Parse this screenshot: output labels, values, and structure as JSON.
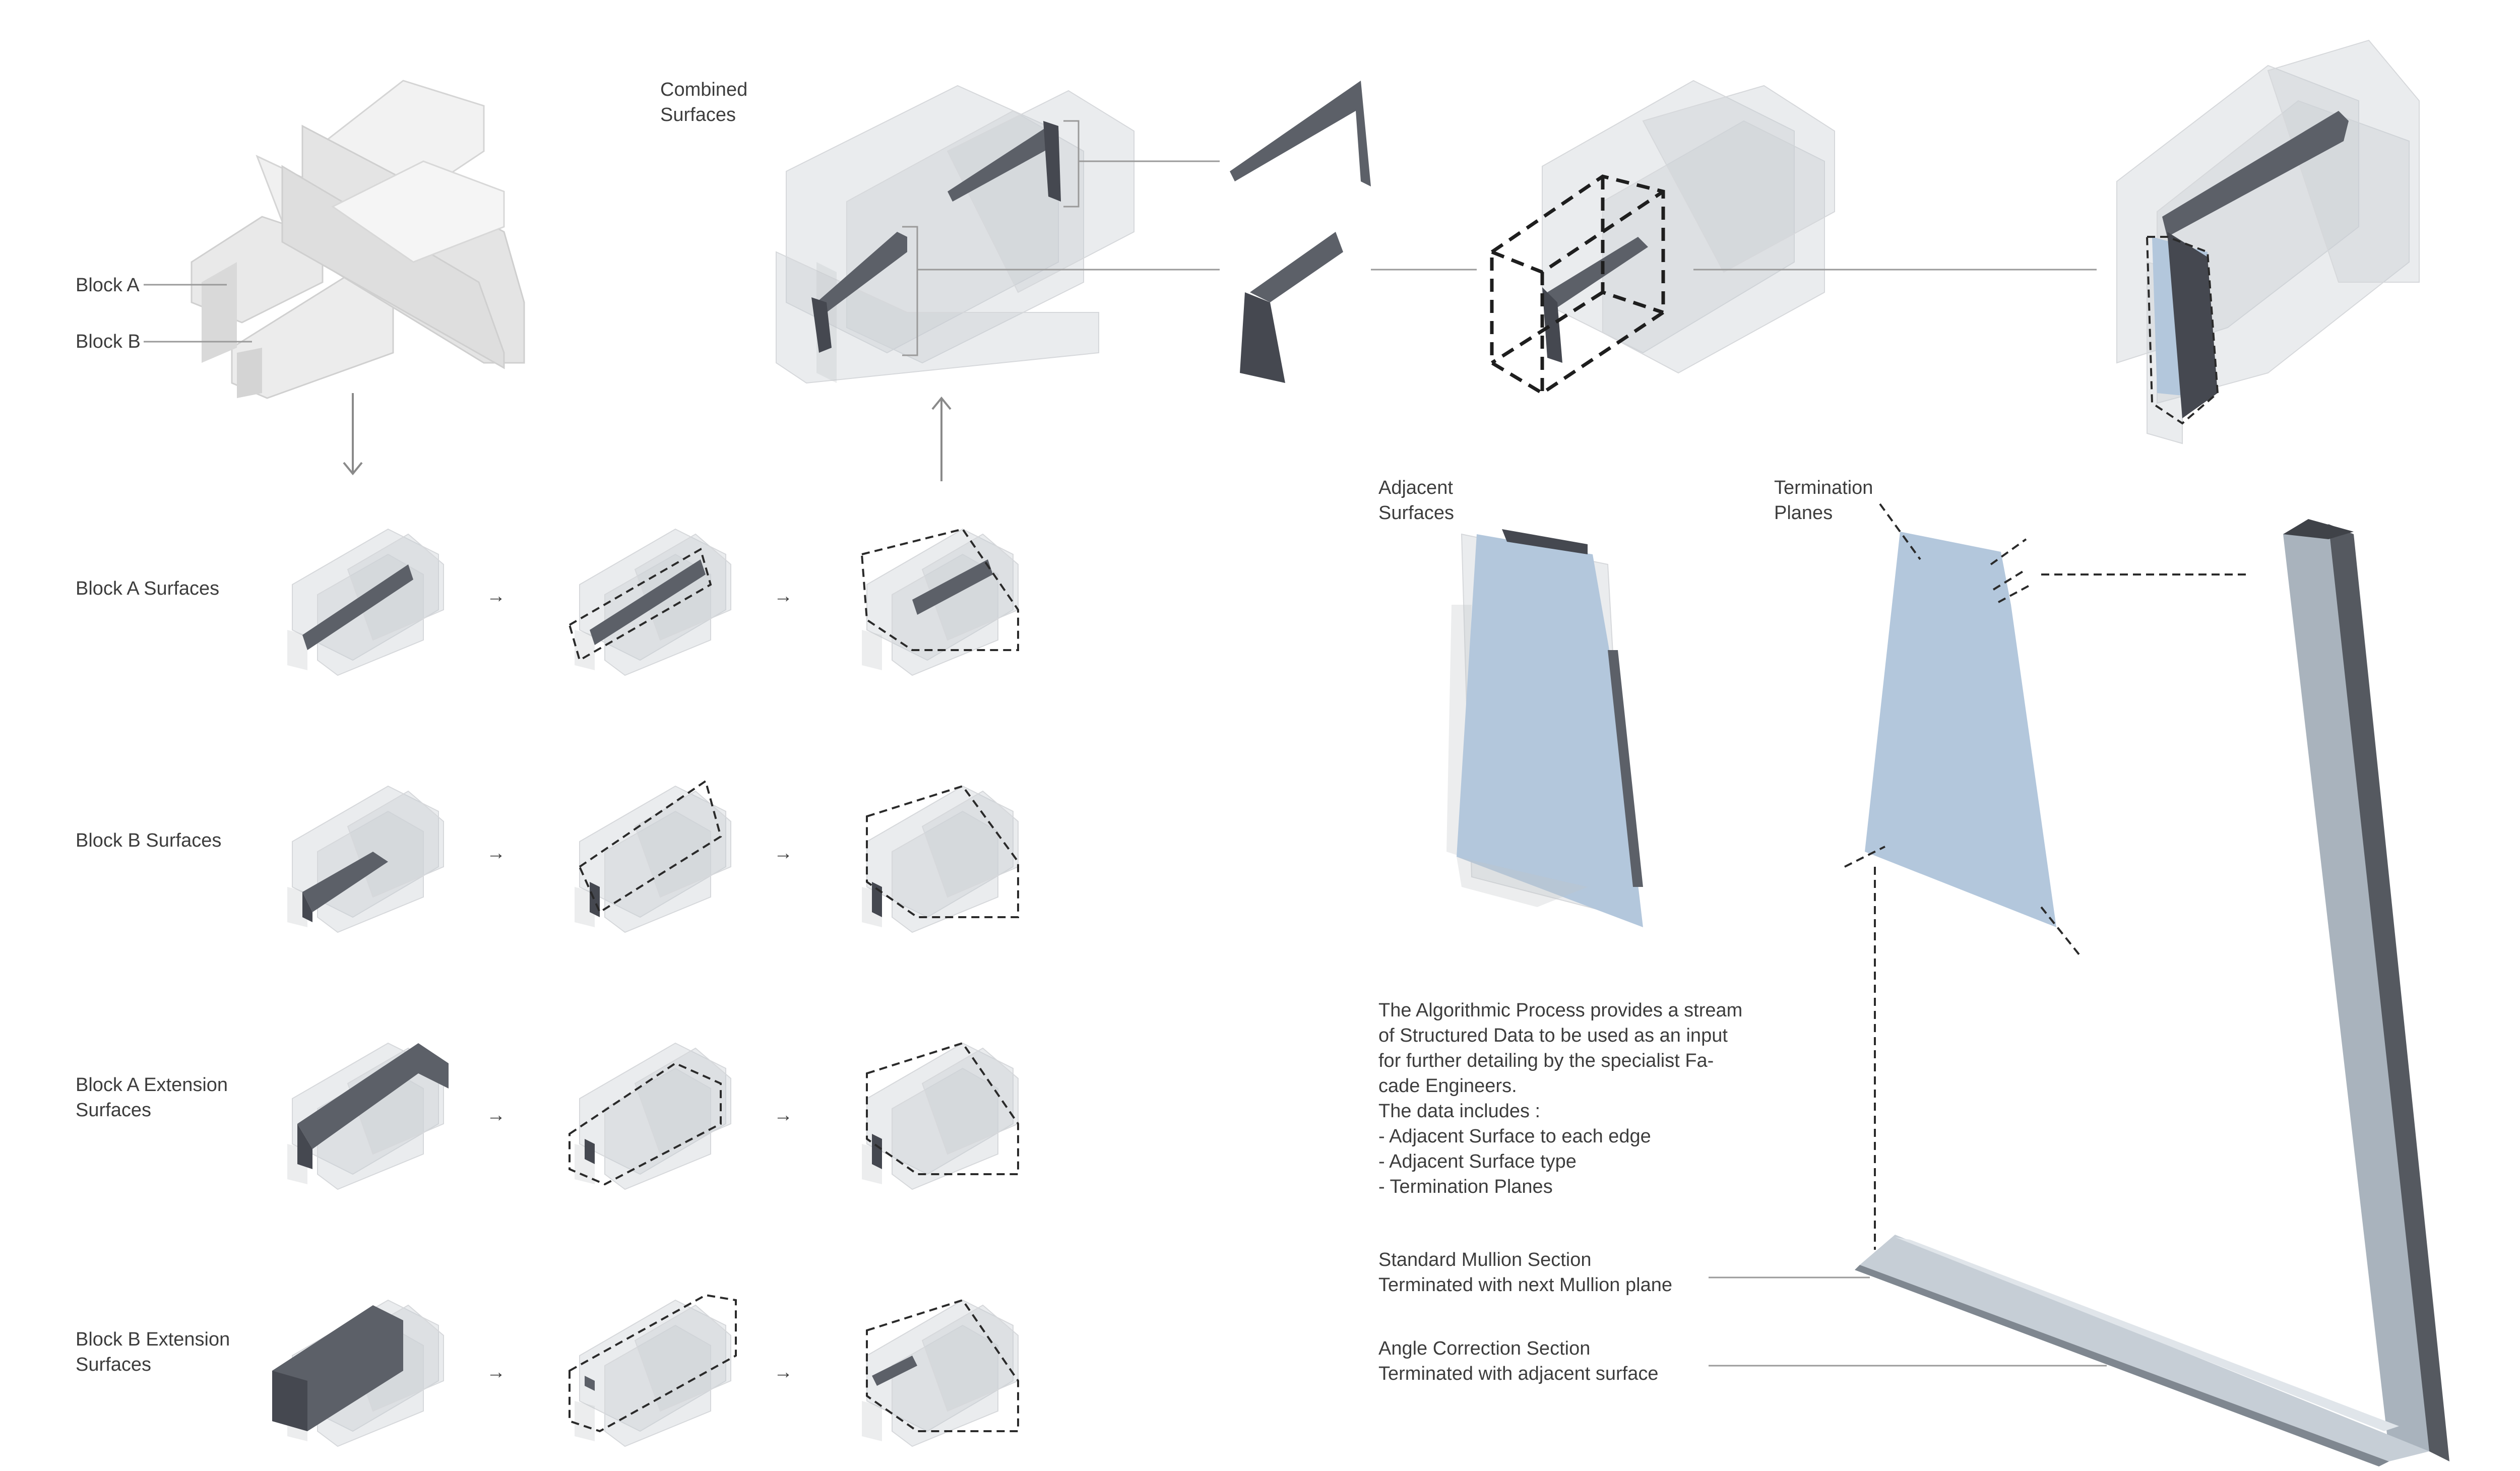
{
  "labels": {
    "block_a": "Block A",
    "block_b": "Block B",
    "combined_1": "Combined",
    "combined_2": "Surfaces",
    "row_1": "Block A Surfaces",
    "row_2": "Block B Surfaces",
    "row_3_line1": "Block A Extension",
    "row_3_line2": "Surfaces",
    "row_4_line1": "Block B Extension",
    "row_4_line2": "Surfaces",
    "adjacent_1": "Adjacent",
    "adjacent_2": "Surfaces",
    "termination_1": "Termination",
    "termination_2": "Planes",
    "standard_mullion_1": "Standard Mullion Section",
    "standard_mullion_2": "Terminated with next Mullion plane",
    "angle_correction_1": "Angle Correction Section",
    "angle_correction_2": "Terminated with adjacent surface"
  },
  "description": [
    "The Algorithmic Process provides a stream",
    "of Structured Data to be used as an input",
    "for further detailing by the specialist Fa-",
    "cade Engineers.",
    "The data includes :",
    "- Adjacent Surface to each edge",
    "- Adjacent Surface type",
    "- Termination Planes"
  ],
  "icons": {
    "arrow_right": "→"
  }
}
